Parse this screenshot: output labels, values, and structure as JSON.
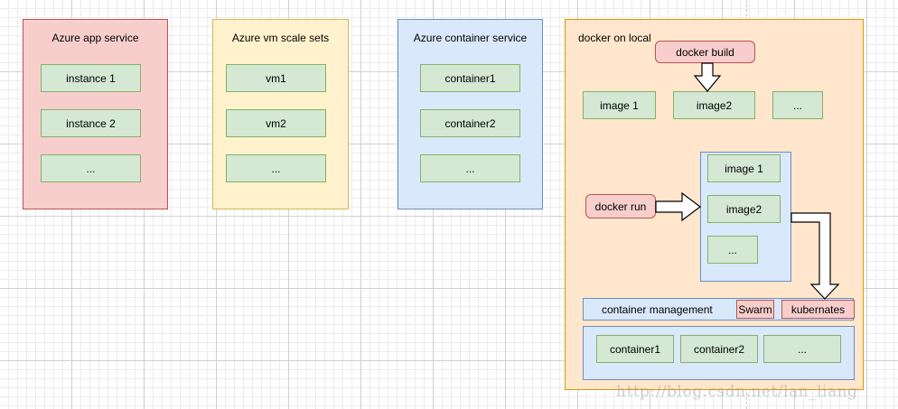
{
  "azure_app_service": {
    "title": "Azure app service",
    "items": [
      "instance 1",
      "instance 2",
      "..."
    ]
  },
  "azure_vm_scale_sets": {
    "title": "Azure vm scale sets",
    "items": [
      "vm1",
      "vm2",
      "..."
    ]
  },
  "azure_container_service": {
    "title": "Azure container service",
    "items": [
      "container1",
      "container2",
      "..."
    ]
  },
  "docker_local": {
    "title": "docker on local",
    "docker_build": "docker build",
    "images_top": [
      "image 1",
      "image2",
      "..."
    ],
    "docker_run": "docker run",
    "images_group": [
      "image 1",
      "image2",
      "..."
    ],
    "container_management": "container management",
    "swarm": "Swarm",
    "kubernates": "kubernates",
    "containers": [
      "container1",
      "container2",
      "..."
    ]
  },
  "watermark": "http://blog.csdn.net/lan_liang",
  "colors": {
    "red_fill": "#f8cecc",
    "red_stroke": "#b85450",
    "yellow_fill": "#fff2cc",
    "yellow_stroke": "#d6b656",
    "blue_fill": "#dae8fc",
    "blue_stroke": "#6c8ebf",
    "orange_fill": "#ffe6cc",
    "orange_stroke": "#d79b00",
    "green_fill": "#d5e8d4",
    "green_stroke": "#82b366"
  }
}
